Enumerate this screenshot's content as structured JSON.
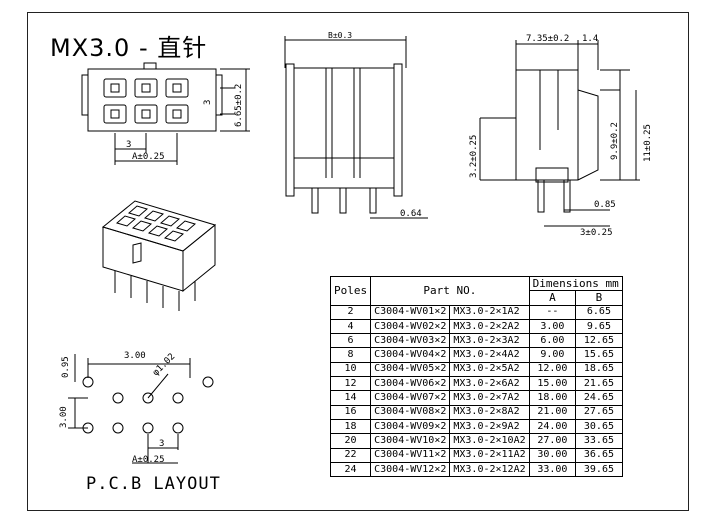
{
  "title": "MX3.0 - 直针",
  "pcb_layout_label": "P.C.B LAYOUT",
  "front_view": {
    "dim_vertical_pitch": "3",
    "dim_height": "6.65±0.2",
    "dim_pitch": "3",
    "dim_a": "A±0.25"
  },
  "side_view": {
    "dim_top": "B±0.3",
    "dim_pin": "0.64"
  },
  "end_view": {
    "dim_depth": "7.35±0.2",
    "dim_top_small": "1.4",
    "dim_height_inner": "9.9±0.2",
    "dim_height_total": "11±0.25",
    "dim_standoff": "3.2±0.25",
    "dim_pin_width": "0.85",
    "dim_pin_spacing": "3±0.25"
  },
  "pcb_layout": {
    "dim_vert_top": "0.95",
    "dim_pitch_top": "3.00",
    "dim_hole": "φ1.02",
    "dim_row": "3.00",
    "dim_pitch_bottom": "3",
    "dim_a": "A±0.25"
  },
  "table": {
    "header_poles": "Poles",
    "header_part": "Part NO.",
    "header_dims": "Dimensions mm",
    "header_a": "A",
    "header_b": "B",
    "rows": [
      {
        "poles": "2",
        "part1": "C3004-WV01×2",
        "part2": "MX3.0-2×1A2",
        "a": "--",
        "b": "6.65"
      },
      {
        "poles": "4",
        "part1": "C3004-WV02×2",
        "part2": "MX3.0-2×2A2",
        "a": "3.00",
        "b": "9.65"
      },
      {
        "poles": "6",
        "part1": "C3004-WV03×2",
        "part2": "MX3.0-2×3A2",
        "a": "6.00",
        "b": "12.65"
      },
      {
        "poles": "8",
        "part1": "C3004-WV04×2",
        "part2": "MX3.0-2×4A2",
        "a": "9.00",
        "b": "15.65"
      },
      {
        "poles": "10",
        "part1": "C3004-WV05×2",
        "part2": "MX3.0-2×5A2",
        "a": "12.00",
        "b": "18.65"
      },
      {
        "poles": "12",
        "part1": "C3004-WV06×2",
        "part2": "MX3.0-2×6A2",
        "a": "15.00",
        "b": "21.65"
      },
      {
        "poles": "14",
        "part1": "C3004-WV07×2",
        "part2": "MX3.0-2×7A2",
        "a": "18.00",
        "b": "24.65"
      },
      {
        "poles": "16",
        "part1": "C3004-WV08×2",
        "part2": "MX3.0-2×8A2",
        "a": "21.00",
        "b": "27.65"
      },
      {
        "poles": "18",
        "part1": "C3004-WV09×2",
        "part2": "MX3.0-2×9A2",
        "a": "24.00",
        "b": "30.65"
      },
      {
        "poles": "20",
        "part1": "C3004-WV10×2",
        "part2": "MX3.0-2×10A2",
        "a": "27.00",
        "b": "33.65"
      },
      {
        "poles": "22",
        "part1": "C3004-WV11×2",
        "part2": "MX3.0-2×11A2",
        "a": "30.00",
        "b": "36.65"
      },
      {
        "poles": "24",
        "part1": "C3004-WV12×2",
        "part2": "MX3.0-2×12A2",
        "a": "33.00",
        "b": "39.65"
      }
    ]
  }
}
